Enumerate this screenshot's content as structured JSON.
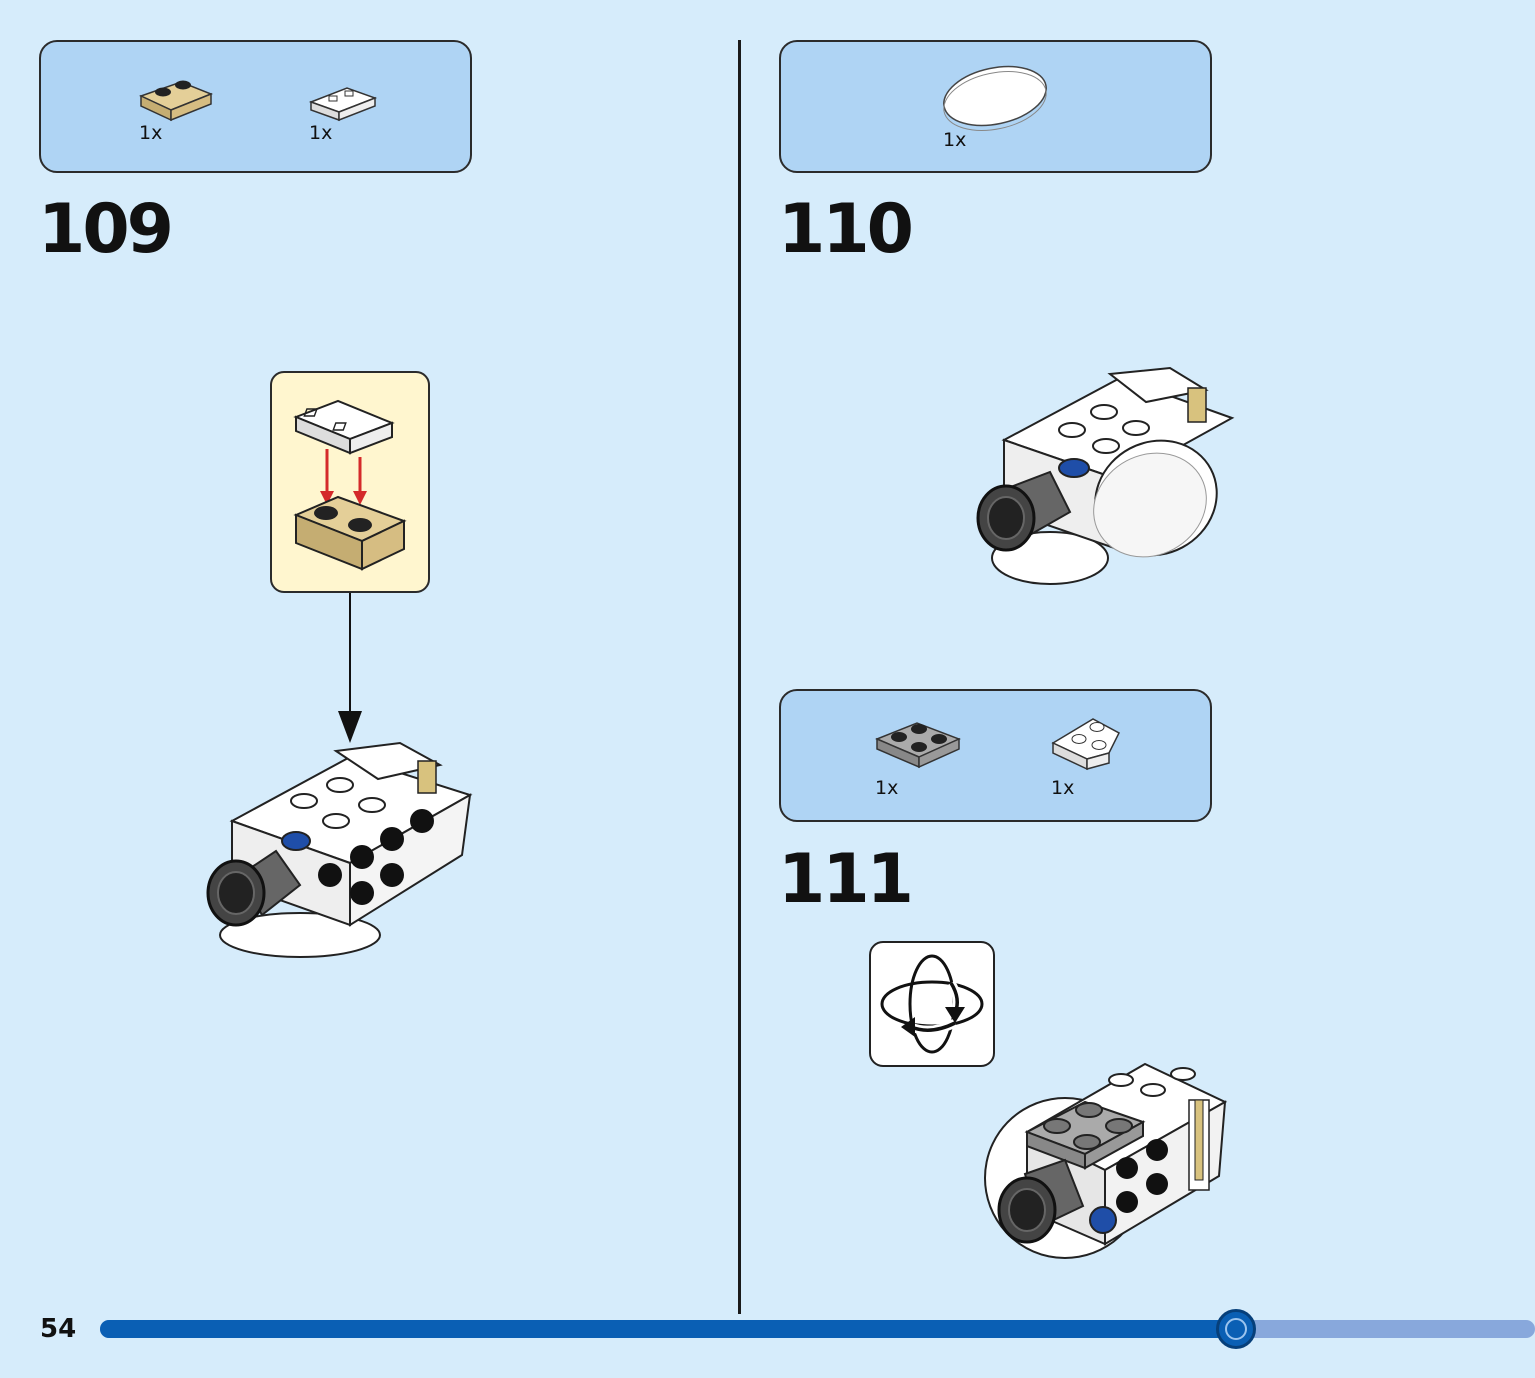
{
  "page": {
    "number": "54",
    "background": "#d6ecfb"
  },
  "progress": {
    "fraction": 0.79,
    "fill_color": "#0a5fb4",
    "track_color": "#88a8dc"
  },
  "steps": [
    {
      "number": "109",
      "parts": [
        {
          "qty": "1x",
          "icon": "tan-plate-1x2-with-rail-icon"
        },
        {
          "qty": "1x",
          "icon": "white-tile-1x2-icon"
        }
      ]
    },
    {
      "number": "110",
      "parts": [
        {
          "qty": "1x",
          "icon": "white-oval-tile-icon"
        }
      ]
    },
    {
      "number": "111",
      "parts": [
        {
          "qty": "1x",
          "icon": "gray-plate-2x2-icon"
        },
        {
          "qty": "1x",
          "icon": "white-wedge-plate-icon"
        }
      ],
      "action_icon": "rotate-model-icon"
    }
  ],
  "colors": {
    "parts_box": "#afd4f4",
    "callout": "#fff6cf",
    "arrow_red": "#d42a2a",
    "brick_blue": "#1f4ea8"
  }
}
